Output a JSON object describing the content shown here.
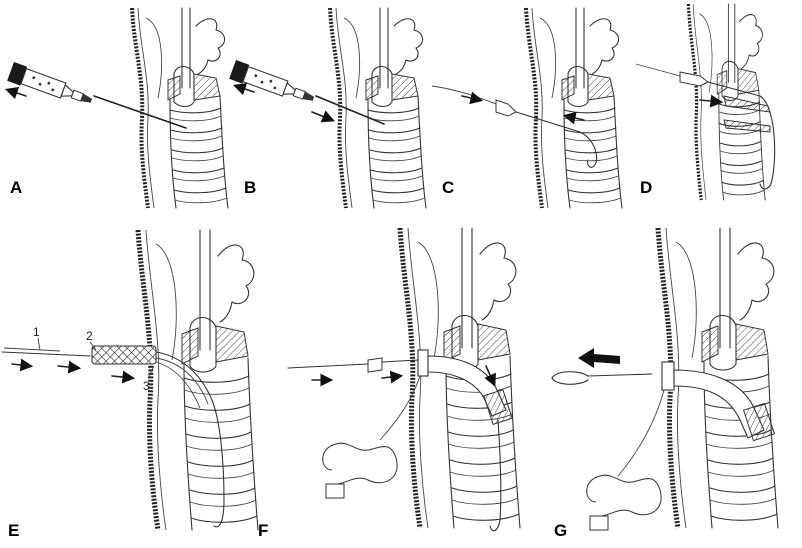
{
  "panels": [
    {
      "id": "A",
      "label": "A"
    },
    {
      "id": "B",
      "label": "B"
    },
    {
      "id": "C",
      "label": "C"
    },
    {
      "id": "D",
      "label": "D"
    },
    {
      "id": "E",
      "label": "E",
      "callouts": [
        "1",
        "2",
        "3"
      ]
    },
    {
      "id": "F",
      "label": "F"
    },
    {
      "id": "G",
      "label": "G"
    }
  ],
  "colors": {
    "line": "#333333",
    "fill": "#ffffff",
    "dark": "#1b1b1b"
  }
}
